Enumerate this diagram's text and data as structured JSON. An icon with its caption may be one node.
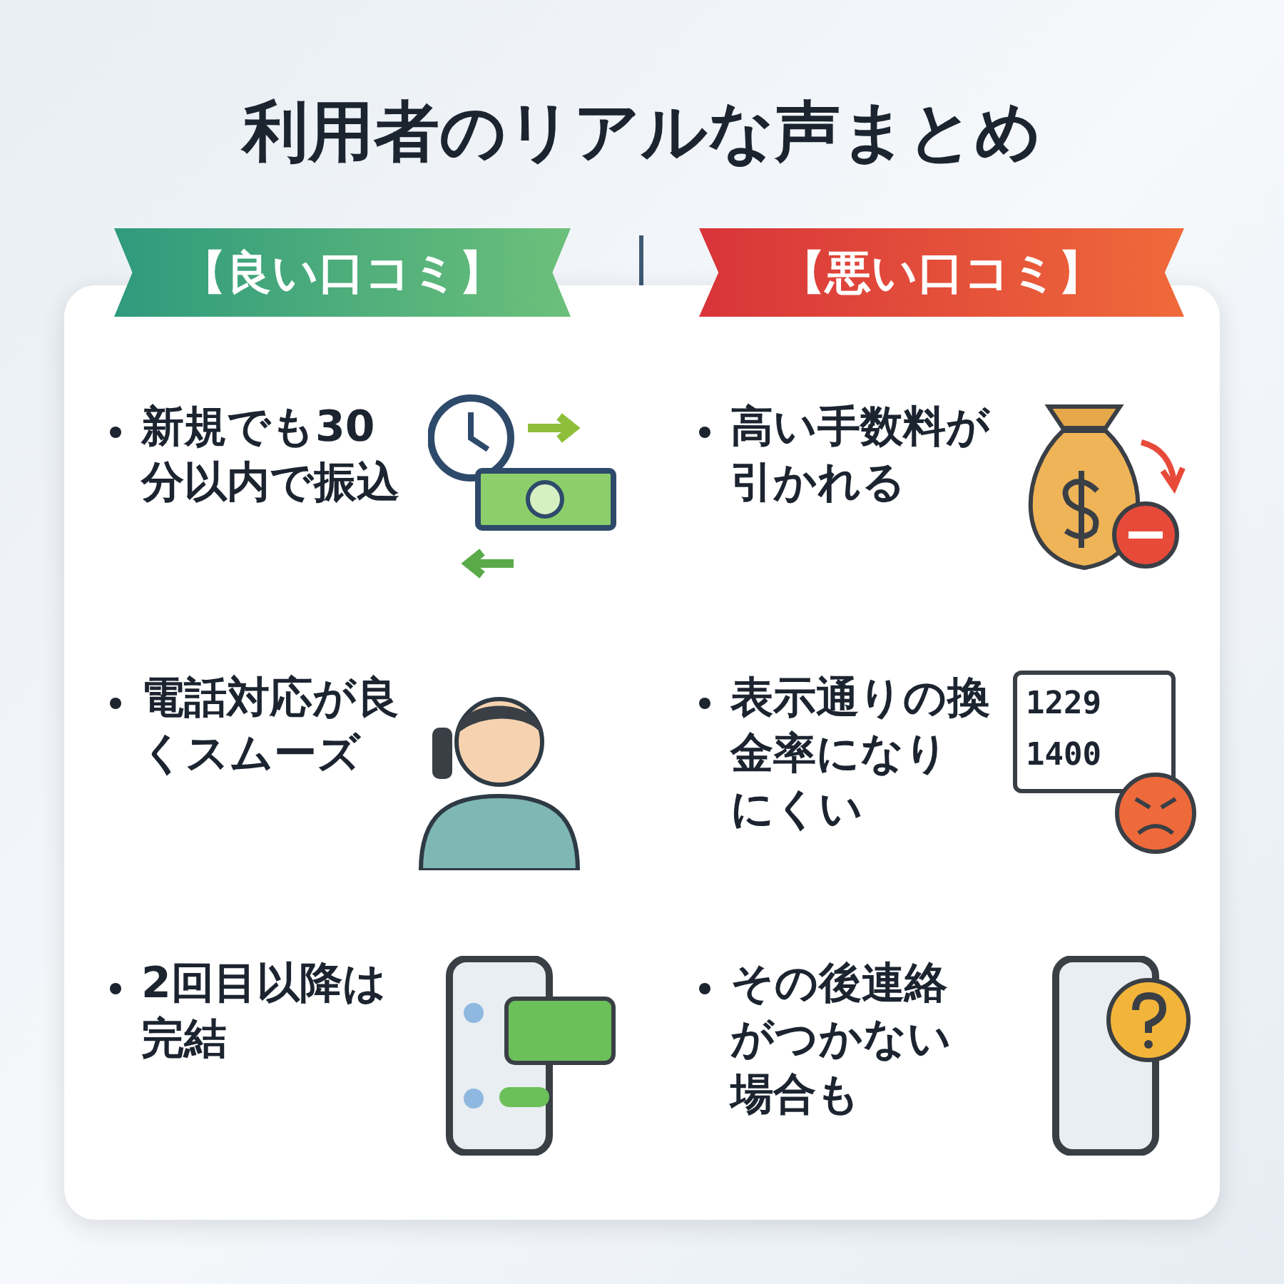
{
  "diagram": {
    "title": "利用者のリアルな声まとめ",
    "nodes": [
      {
        "text": [
          "【良い口コミ】"
        ]
      },
      {
        "text": [
          "新規でも30分以内で振込"
        ],
        "in": 0
      },
      {
        "text": [
          "電話対応が良くスムーズ"
        ],
        "in": 0
      },
      {
        "text": [
          "2回目以降は完結"
        ],
        "in": 0
      },
      {
        "text": [
          "【悪い口コミ】"
        ]
      },
      {
        "text": [
          "高い手数料が引かれる"
        ],
        "in": 4
      },
      {
        "text": [
          "表示通りの換金率になりにくい"
        ],
        "in": 4
      },
      {
        "text": [
          "その後連絡がつかない場合も"
        ],
        "in": 4
      }
    ],
    "labels": [
      "1229",
      "1400"
    ]
  }
}
